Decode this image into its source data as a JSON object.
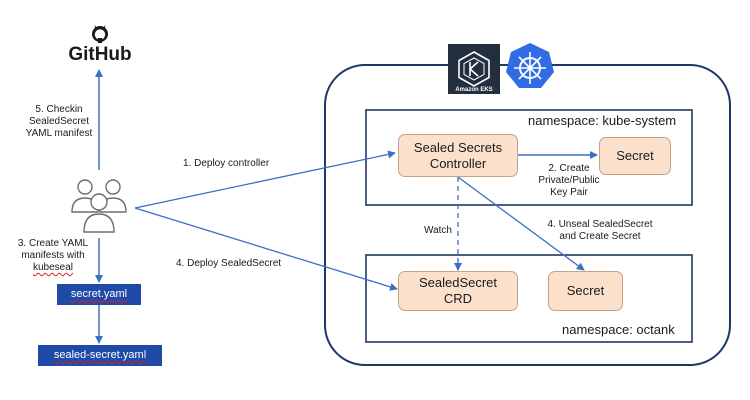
{
  "github": {
    "label": "GitHub",
    "icon": "github-octocat-icon"
  },
  "eks": {
    "label": "Amazon EKS",
    "icon": "amazon-eks-icon"
  },
  "kubernetes": {
    "icon": "kubernetes-helm-icon"
  },
  "users": {
    "icon": "users-group-icon"
  },
  "namespaces": {
    "kube_system": "namespace: kube-system",
    "octank": "namespace: octank"
  },
  "nodes": {
    "controller": [
      "Sealed Secrets",
      "Controller"
    ],
    "secret_top": "Secret",
    "sealedsecret_crd": [
      "SealedSecret",
      "CRD"
    ],
    "secret_bottom": "Secret",
    "file_secret_yaml": "secret.yaml",
    "file_sealed_secret_yaml": "sealed-secret.yaml"
  },
  "steps": {
    "checkin": [
      "5. Checkin",
      "SealedSecret",
      "YAML manifest"
    ],
    "deploy_controller": "1. Deploy controller",
    "create_keypair": [
      "2. Create",
      "Private/Public",
      "Key Pair"
    ],
    "create_yaml": [
      "3. Create YAML",
      "manifests with",
      "kubeseal"
    ],
    "deploy_sealedsecret": "4. Deploy SealedSecret",
    "watch": "Watch",
    "unseal": [
      "4. Unseal SealedSecret",
      "and Create Secret"
    ]
  },
  "colors": {
    "arrow": "#3a6fc4",
    "box_fill": "#fbe0cc",
    "box_border": "#c9a285",
    "file_fill": "#1f4aa8",
    "container_border": "#1f3864",
    "kubernetes_blue": "#326ce5",
    "eks_dark": "#232f3e"
  }
}
